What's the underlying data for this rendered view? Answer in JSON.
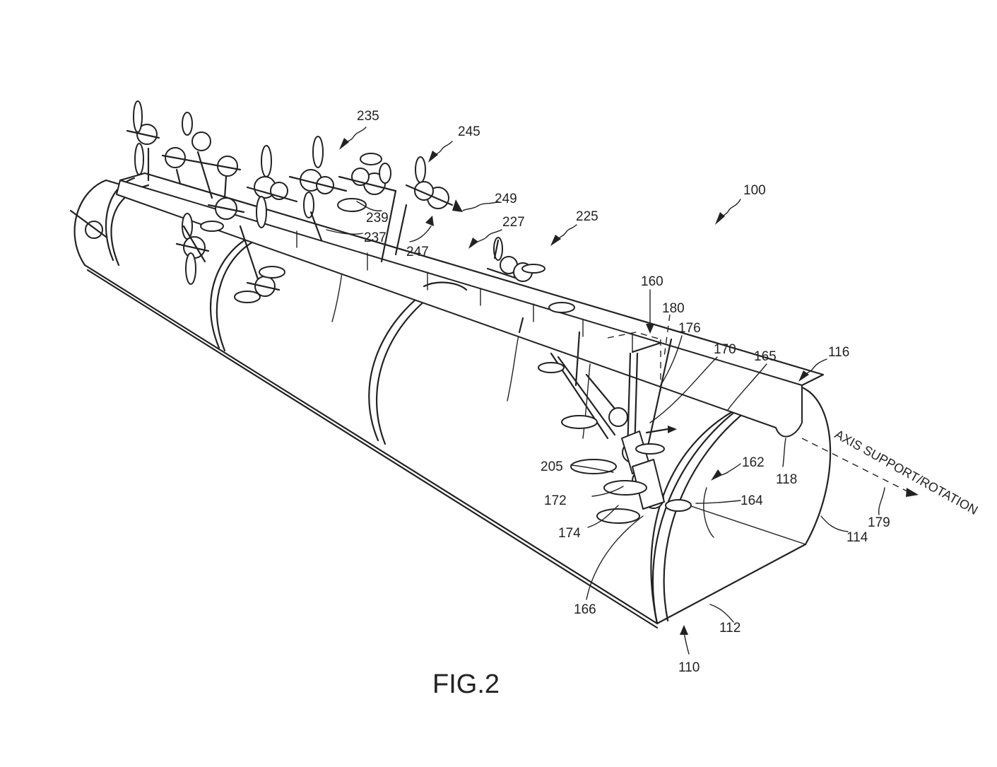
{
  "figure": {
    "caption": "FIG.2",
    "axis_note": "AXIS SUPPORT/ROTATION"
  },
  "labels": {
    "l100": "100",
    "l110": "110",
    "l112": "112",
    "l114": "114",
    "l116": "116",
    "l118": "118",
    "l160": "160",
    "l162": "162",
    "l164": "164",
    "l165": "165",
    "l166": "166",
    "l170": "170",
    "l172": "172",
    "l174": "174",
    "l176": "176",
    "l179": "179",
    "l180": "180",
    "l205": "205",
    "l225": "225",
    "l227": "227",
    "l235": "235",
    "l237": "237",
    "l239": "239",
    "l245": "245",
    "l247": "247",
    "l249": "249"
  },
  "colors": {
    "ink": "#222222",
    "paper": "#ffffff"
  }
}
